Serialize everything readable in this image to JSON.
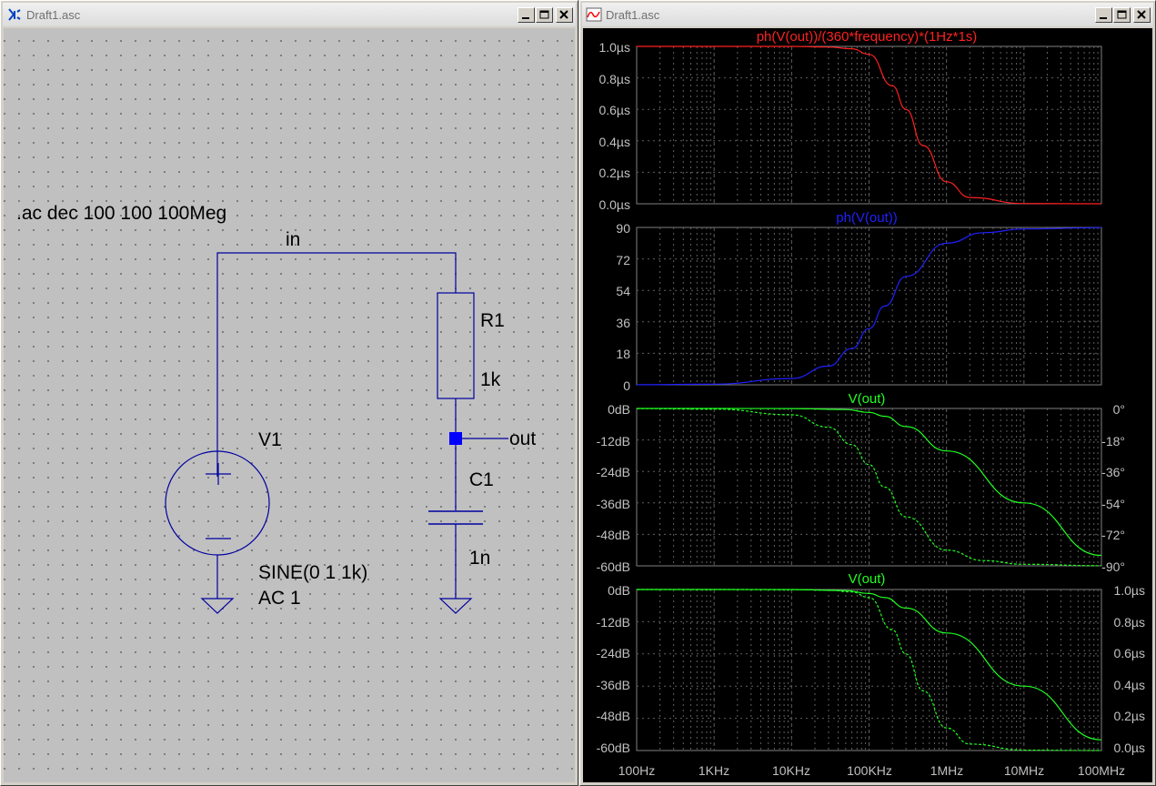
{
  "windows": {
    "schematic": {
      "title": "Draft1.asc",
      "icon": "ltspice-schematic-icon"
    },
    "waveform": {
      "title": "Draft1.asc",
      "icon": "waveform-icon"
    }
  },
  "schematic": {
    "directive": ".ac dec 100 100 100Meg",
    "net_in": "in",
    "net_out": "out",
    "r1": {
      "name": "R1",
      "value": "1k"
    },
    "c1": {
      "name": "C1",
      "value": "1n"
    },
    "v1": {
      "name": "V1",
      "value_line1": "SINE(0 1 1k)",
      "value_line2": "AC 1"
    },
    "wire_color": "#0000a0"
  },
  "plots": {
    "x_ticks": [
      "100Hz",
      "1KHz",
      "10KHz",
      "100KHz",
      "1MHz",
      "10MHz",
      "100MHz"
    ],
    "pane1": {
      "label": "ph(V(out))/(360*frequency)*(1Hz*1s)",
      "color": "#ff2020",
      "y_ticks": [
        "1.0µs",
        "0.8µs",
        "0.6µs",
        "0.4µs",
        "0.2µs",
        "0.0µs"
      ]
    },
    "pane2": {
      "label": "ph(V(out))",
      "color": "#2020ff",
      "y_ticks": [
        "90",
        "72",
        "54",
        "36",
        "18",
        "0"
      ]
    },
    "pane3": {
      "label": "V(out)",
      "color": "#20ff20",
      "y_ticks": [
        "0dB",
        "-12dB",
        "-24dB",
        "-36dB",
        "-48dB",
        "-60dB"
      ],
      "y_ticks_right": [
        "0°",
        "-18°",
        "-36°",
        "-54°",
        "-72°",
        "-90°"
      ]
    },
    "pane4": {
      "label": "V(out)",
      "color": "#20ff20",
      "y_ticks": [
        "0dB",
        "-12dB",
        "-24dB",
        "-36dB",
        "-48dB",
        "-60dB"
      ],
      "y_ticks_right": [
        "1.0µs",
        "0.8µs",
        "0.6µs",
        "0.4µs",
        "0.2µs",
        "0.0µs"
      ]
    }
  },
  "chart_data": [
    {
      "type": "line",
      "title": "ph(V(out))/(360*frequency)*(1Hz*1s)",
      "x_scale": "log",
      "xlim": [
        100,
        100000000
      ],
      "ylim": [
        0,
        1.0
      ],
      "y_unit": "µs",
      "series": [
        {
          "name": "ph(V(out))/(360*frequency)*(1Hz*1s)",
          "x": [
            100,
            1000,
            10000,
            30000,
            60000,
            100000,
            200000,
            300000,
            500000,
            1000000,
            2000000,
            10000000,
            100000000
          ],
          "y": [
            1.0,
            1.0,
            1.0,
            0.996,
            0.985,
            0.95,
            0.75,
            0.6,
            0.37,
            0.14,
            0.04,
            0.002,
            0.0
          ]
        }
      ]
    },
    {
      "type": "line",
      "title": "ph(V(out))",
      "x_scale": "log",
      "xlim": [
        100,
        100000000
      ],
      "ylim": [
        0,
        90
      ],
      "y_unit": "°",
      "series": [
        {
          "name": "ph(V(out))",
          "x": [
            100,
            1000,
            10000,
            30000,
            60000,
            100000,
            159000,
            300000,
            1000000,
            3000000,
            10000000,
            100000000
          ],
          "y": [
            0.04,
            0.36,
            3.6,
            10.7,
            20.7,
            32.1,
            45,
            62,
            81,
            87,
            89.1,
            89.9
          ]
        }
      ]
    },
    {
      "type": "line",
      "title": "V(out)",
      "x_scale": "log",
      "xlim": [
        100,
        100000000
      ],
      "ylim": [
        -60,
        0
      ],
      "y_unit": "dB",
      "series": [
        {
          "name": "V(out)",
          "x": [
            100,
            1000,
            10000,
            50000,
            100000,
            159000,
            300000,
            1000000,
            10000000,
            100000000
          ],
          "y": [
            0,
            0,
            -0.02,
            -0.4,
            -1.5,
            -3,
            -6.9,
            -16.2,
            -36,
            -56
          ]
        },
        {
          "name": "V(out)",
          "x": [
            100,
            1000,
            10000,
            30000,
            60000,
            100000,
            159000,
            300000,
            1000000,
            3000000,
            10000000,
            100000000
          ],
          "y": [
            -0.04,
            -0.36,
            -3.6,
            -10.7,
            -20.7,
            -32.1,
            -45,
            -62,
            -81,
            -87,
            -89.1,
            -89.9
          ]
        }
      ]
    },
    {
      "type": "line",
      "title": "V(out)",
      "x_scale": "log",
      "xlim": [
        100,
        100000000
      ],
      "ylim": [
        -60,
        0
      ],
      "y_unit": "dB",
      "series": [
        {
          "name": "V(out)",
          "x": [
            100,
            1000,
            10000,
            50000,
            100000,
            159000,
            300000,
            1000000,
            10000000,
            100000000
          ],
          "y": [
            0,
            0,
            -0.02,
            -0.4,
            -1.5,
            -3,
            -6.9,
            -16.2,
            -36,
            -56
          ]
        },
        {
          "name": "V(out)",
          "x": [
            100,
            1000,
            10000,
            30000,
            60000,
            100000,
            200000,
            300000,
            500000,
            1000000,
            2000000,
            10000000,
            100000000
          ],
          "y": [
            1.0,
            1.0,
            1.0,
            0.996,
            0.985,
            0.95,
            0.75,
            0.6,
            0.37,
            0.14,
            0.04,
            0.002,
            0.0
          ]
        }
      ]
    }
  ]
}
